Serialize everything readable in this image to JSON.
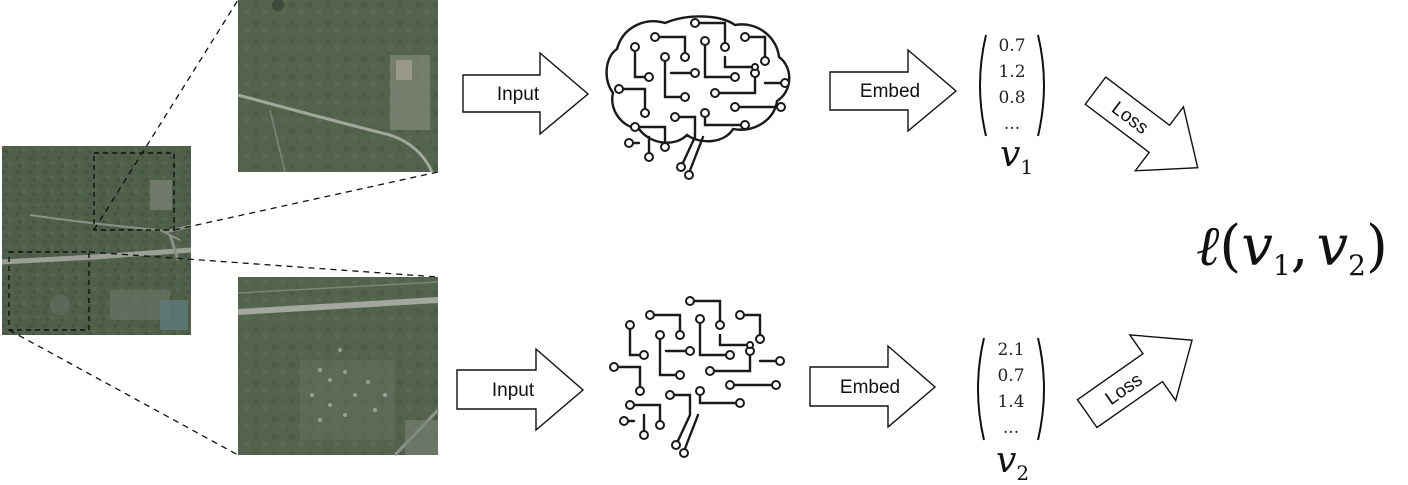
{
  "pipelines": [
    {
      "input_label": "Input",
      "embed_label": "Embed",
      "loss_label": "Loss",
      "vector_values": [
        "0.7",
        "1.2",
        "0.8",
        "..."
      ],
      "vector_name": "v",
      "vector_subscript": "1"
    },
    {
      "input_label": "Input",
      "embed_label": "Embed",
      "loss_label": "Loss",
      "vector_values": [
        "2.1",
        "0.7",
        "1.4",
        "..."
      ],
      "vector_name": "v",
      "vector_subscript": "2"
    }
  ],
  "loss_function": {
    "symbol": "ℓ",
    "open": "(",
    "arg1_name": "v",
    "arg1_sub": "1",
    "separator": ",",
    "arg2_name": "v",
    "arg2_sub": "2",
    "close": ")"
  },
  "colors": {
    "aerial_forest": "#4f5f4a",
    "aerial_road": "#8d938a",
    "line": "#111111"
  }
}
